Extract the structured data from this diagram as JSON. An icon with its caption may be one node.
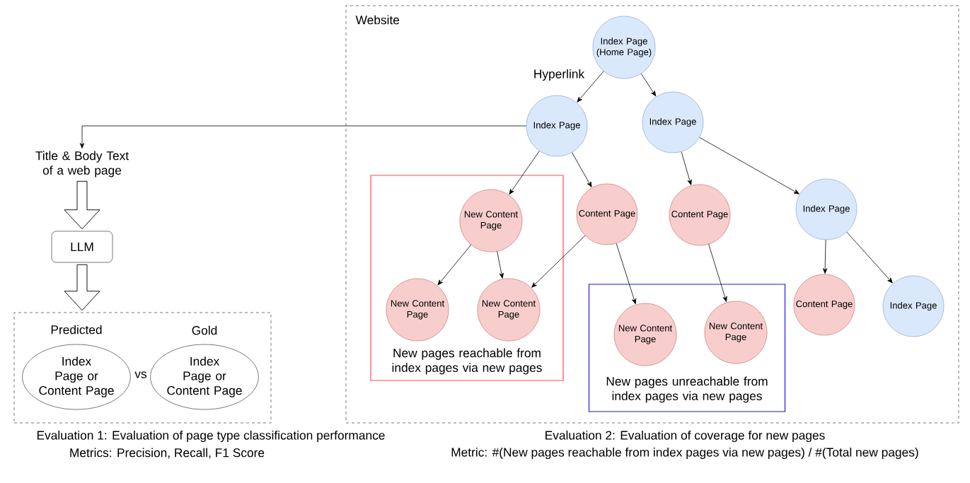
{
  "diagram": {
    "nodes": [
      {
        "text": [
          "Website"
        ]
      },
      {
        "text": [
          "Index Page (Home Page)"
        ],
        "in": 0
      },
      {
        "text": [
          "Index Page"
        ],
        "in": 0
      },
      {
        "text": [
          "Index Page"
        ],
        "in": 0
      },
      {
        "text": [
          "New pages reachable from index pages via new pages"
        ],
        "in": 0
      },
      {
        "text": [
          "New Content Page"
        ],
        "in": 4
      },
      {
        "text": [
          "Content Page"
        ],
        "in": 0
      },
      {
        "text": [
          "Content Page"
        ],
        "in": 0
      },
      {
        "text": [
          "Index Page"
        ],
        "in": 0
      },
      {
        "text": [
          "New Content Page"
        ],
        "in": 4
      },
      {
        "text": [
          "New Content Page"
        ],
        "in": 4
      },
      {
        "text": [
          "New pages unreachable from index pages via new pages"
        ],
        "in": 0
      },
      {
        "text": [
          "New Content Page"
        ],
        "in": 11
      },
      {
        "text": [
          "New Content Page"
        ],
        "in": 11
      },
      {
        "text": [
          "Content Page"
        ],
        "in": 0
      },
      {
        "text": [
          "Index Page"
        ],
        "in": 0
      },
      {
        "text": [
          "Title & Body Text of a web page"
        ]
      },
      {
        "text": [
          "LLM"
        ]
      },
      {
        "text": [],
        "shape": "box"
      },
      {
        "text": [
          "Predicted",
          "Index Page or Content Page"
        ],
        "in": 18
      },
      {
        "text": [
          "Gold",
          "Index Page or Content Page"
        ],
        "in": 18
      }
    ],
    "edges": [
      {
        "from": 1,
        "to": 2,
        "arrow": "to"
      },
      {
        "from": 1,
        "to": 3,
        "arrow": "to"
      },
      {
        "from": 2,
        "to": 16,
        "arrow": "to"
      },
      {
        "from": 2,
        "to": 5,
        "arrow": "to"
      },
      {
        "from": 2,
        "to": 6,
        "arrow": "to"
      },
      {
        "from": 3,
        "to": 7,
        "arrow": "to"
      },
      {
        "from": 3,
        "to": 8,
        "arrow": "to"
      },
      {
        "from": 5,
        "to": 9,
        "arrow": "to"
      },
      {
        "from": 5,
        "to": 10,
        "arrow": "to"
      },
      {
        "from": 6,
        "to": 10,
        "arrow": "to"
      },
      {
        "from": 6,
        "to": 12,
        "arrow": "to"
      },
      {
        "from": 7,
        "to": 13,
        "arrow": "to"
      },
      {
        "from": 8,
        "to": 14,
        "arrow": "to"
      },
      {
        "from": 8,
        "to": 15,
        "arrow": "to"
      },
      {
        "from": 16,
        "to": 17,
        "arrow": "to"
      },
      {
        "from": 17,
        "to": 18,
        "arrow": "to"
      }
    ],
    "labels": [
      "Hyperlink",
      "vs",
      "Evaluation 1: Evaluation of page type classification performance",
      "Metrics: Precision, Recall, F1 Score",
      "Evaluation 2: Evaluation of coverage for new pages",
      "Metric: #(New pages reachable from index pages via new pages) / #(Total new pages)"
    ]
  }
}
